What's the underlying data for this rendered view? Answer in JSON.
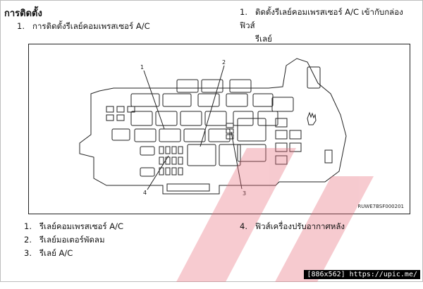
{
  "heading": "การติดตั้ง",
  "steps_left": [
    {
      "num": "1.",
      "text": "การติดตั้งรีเลย์คอมเพรสเซอร์ A/C"
    }
  ],
  "steps_right": [
    {
      "num": "1.",
      "line1": "ติดตั้งรีเลย์คอมเพรสเซอร์ A/C เข้ากับกล่องฟิวส์",
      "line2": "รีเลย์"
    }
  ],
  "figure": {
    "code": "RUWE7BSF000201",
    "callouts": [
      "1",
      "2",
      "3",
      "4"
    ]
  },
  "legend_left": [
    {
      "num": "1.",
      "text": "รีเลย์คอมเพรสเซอร์ A/C"
    },
    {
      "num": "2.",
      "text": "รีเลย์มอเตอร์พัดลม"
    },
    {
      "num": "3.",
      "text": "รีเลย์ A/C"
    }
  ],
  "legend_right": [
    {
      "num": "4.",
      "text": "ฟิวส์เครื่องปรับอากาศหลัง"
    }
  ],
  "upic_badge": "[886x562] https://upic.me/",
  "colors": {
    "watermark": "#e86a78",
    "ink": "#222222"
  }
}
